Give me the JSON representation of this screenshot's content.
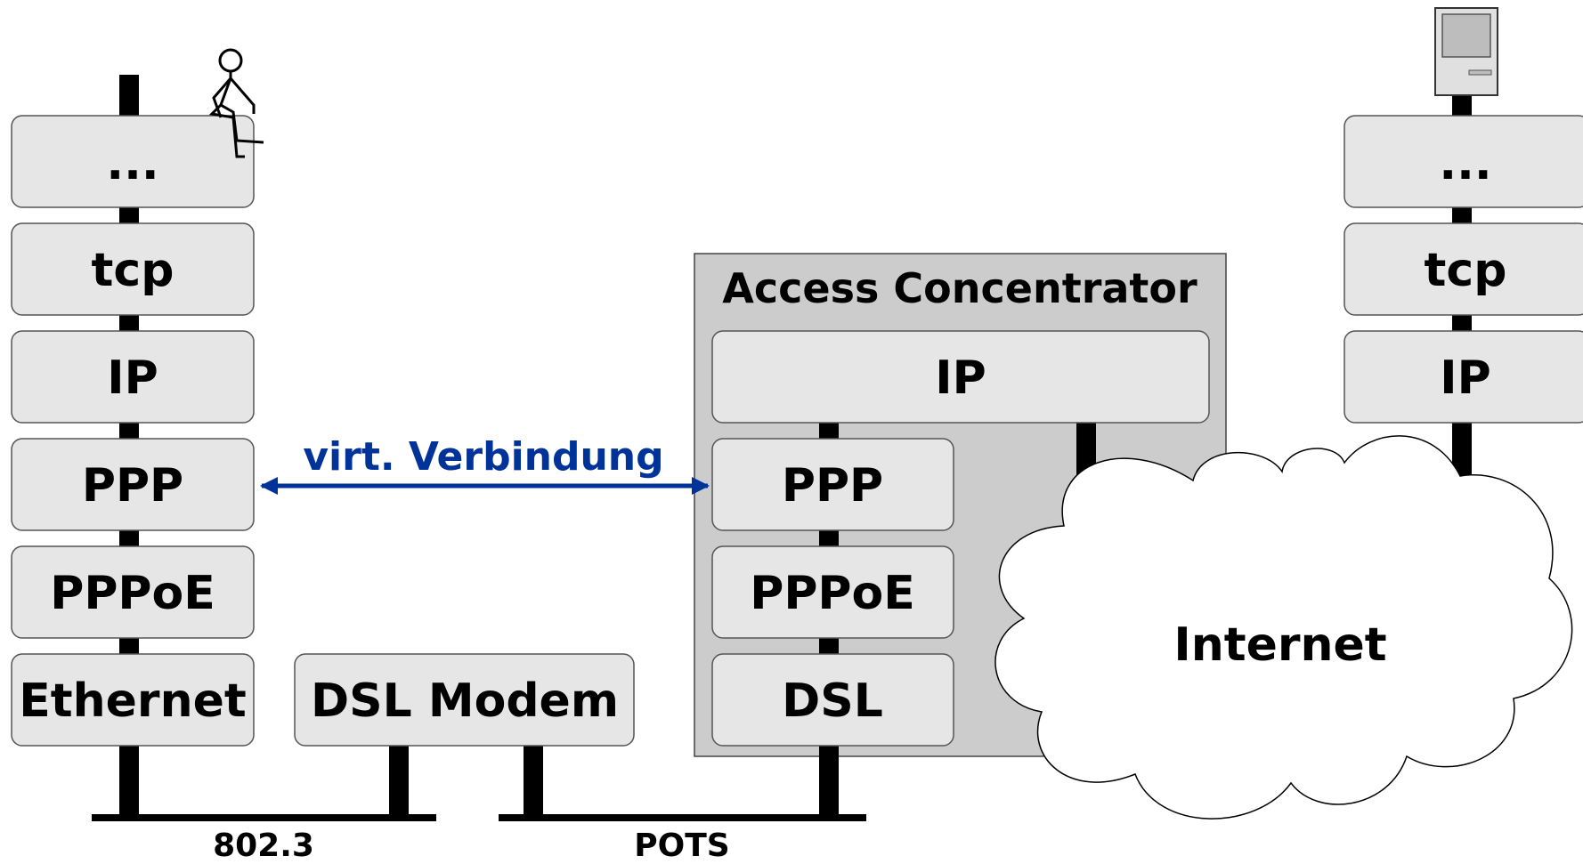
{
  "colors": {
    "layer_fill": "#e6e6e6",
    "concentrator_fill": "#cccccc",
    "link": "#000000",
    "arrow": "#003399",
    "text": "#000000"
  },
  "client_stack": {
    "layers": [
      "...",
      "tcp",
      "IP",
      "PPP",
      "PPPoE",
      "Ethernet"
    ],
    "user_icon": "stick-figure-icon"
  },
  "dsl_modem": {
    "label": "DSL Modem"
  },
  "access_concentrator": {
    "title": "Access Concentrator",
    "ip_label": "IP",
    "layers": [
      "PPP",
      "PPPoE",
      "DSL"
    ]
  },
  "server_stack": {
    "layers": [
      "...",
      "tcp",
      "IP"
    ],
    "icon": "computer-icon"
  },
  "cloud": {
    "label": "Internet"
  },
  "virtual_link": {
    "label": "virt. Verbindung"
  },
  "links": {
    "ethernet_label": "802.3",
    "pots_label": "POTS"
  }
}
